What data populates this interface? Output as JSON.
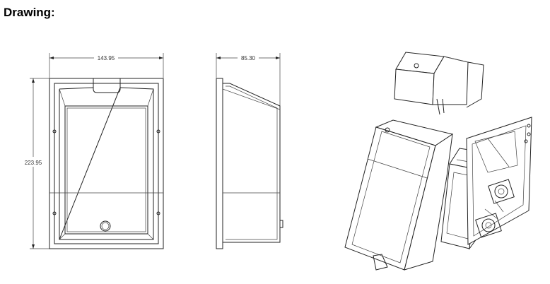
{
  "heading": "Drawing:",
  "dimensions": {
    "front_width": "143.95",
    "side_depth": "85.30",
    "height": "223.95"
  }
}
